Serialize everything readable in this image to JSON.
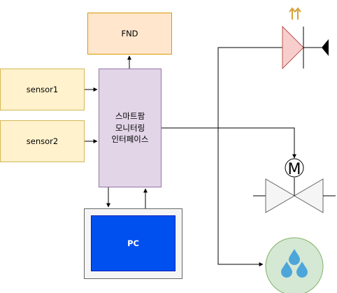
{
  "nodes": {
    "fnd": "FND",
    "sensor1": "sensor1",
    "sensor2": "sensor2",
    "interface": "스마트팜\n모니터링\n인터페이스",
    "pc": "PC",
    "motor_symbol": "M"
  },
  "icons": {
    "led": "led-diode-icon",
    "motor_valve": "motor-valve-icon",
    "water": "water-drops-icon"
  },
  "colors": {
    "fnd_fill": "#ffe6cc",
    "sensor_fill": "#fff2cc",
    "interface_fill": "#e1d5e7",
    "pc_fill": "#0050ef",
    "led_fill": "#f8cecc",
    "light_rays": "#d6a23a",
    "water_circle_fill": "#d5e8d4",
    "water_drop": "#4da6d9"
  }
}
